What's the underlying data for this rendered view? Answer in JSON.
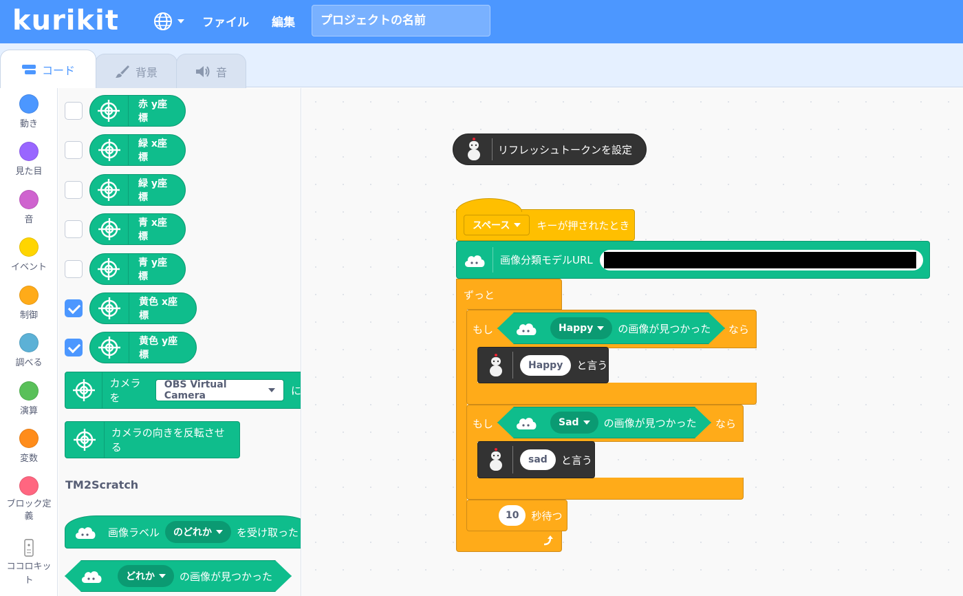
{
  "menubar": {
    "logo": "kurikit",
    "file": "ファイル",
    "edit": "編集",
    "project_name": "プロジェクトの名前"
  },
  "tabs": [
    {
      "label": "コード",
      "icon": "code-icon"
    },
    {
      "label": "背景",
      "icon": "brush-icon"
    },
    {
      "label": "音",
      "icon": "speaker-icon"
    }
  ],
  "categories": [
    {
      "label": "動き",
      "color": "#4c97ff"
    },
    {
      "label": "見た目",
      "color": "#9966ff"
    },
    {
      "label": "音",
      "color": "#cf63cf"
    },
    {
      "label": "イベント",
      "color": "#ffd500"
    },
    {
      "label": "制御",
      "color": "#ffab19"
    },
    {
      "label": "調べる",
      "color": "#5cb1d6"
    },
    {
      "label": "演算",
      "color": "#59c059"
    },
    {
      "label": "変数",
      "color": "#ff8c1a"
    },
    {
      "label": "ブロック定義",
      "color": "#ff6680"
    },
    {
      "label": "ココロキット",
      "color": "#ffffff"
    }
  ],
  "palette": {
    "reporters": [
      {
        "label": "赤 y座標",
        "checked": false
      },
      {
        "label": "緑 x座標",
        "checked": false
      },
      {
        "label": "緑 y座標",
        "checked": false
      },
      {
        "label": "青 x座標",
        "checked": false
      },
      {
        "label": "青 y座標",
        "checked": false
      },
      {
        "label": "黄色 x座標",
        "checked": true
      },
      {
        "label": "黄色 y座標",
        "checked": true
      }
    ],
    "camera_block": {
      "prefix": "カメラを",
      "value": "OBS Virtual Camera",
      "suffix": "にせ"
    },
    "flip_block": "カメラの向きを反転させる",
    "section": "TM2Scratch",
    "hat_label": {
      "prefix": "画像ラベル",
      "value": "のどれか",
      "suffix": "を受け取った"
    },
    "found_block": {
      "value": "どれか",
      "suffix": "の画像が見つかった"
    }
  },
  "script": {
    "refresh_token": "リフレッシュトークンを設定",
    "hat": {
      "key": "スペース",
      "suffix": "キーが押されたとき"
    },
    "model_url": {
      "label": "画像分類モデルURL",
      "value": ""
    },
    "forever": "ずっと",
    "if1": {
      "if": "もし",
      "label": "Happy",
      "suffix": "の画像が見つかった",
      "then": "なら"
    },
    "say1": {
      "value": "Happy",
      "suffix": "と言う"
    },
    "if2": {
      "if": "もし",
      "label": "Sad",
      "suffix": "の画像が見つかった",
      "then": "なら"
    },
    "say2": {
      "value": "sad",
      "suffix": "と言う"
    },
    "wait": {
      "value": "10",
      "suffix": "秒待つ"
    }
  }
}
